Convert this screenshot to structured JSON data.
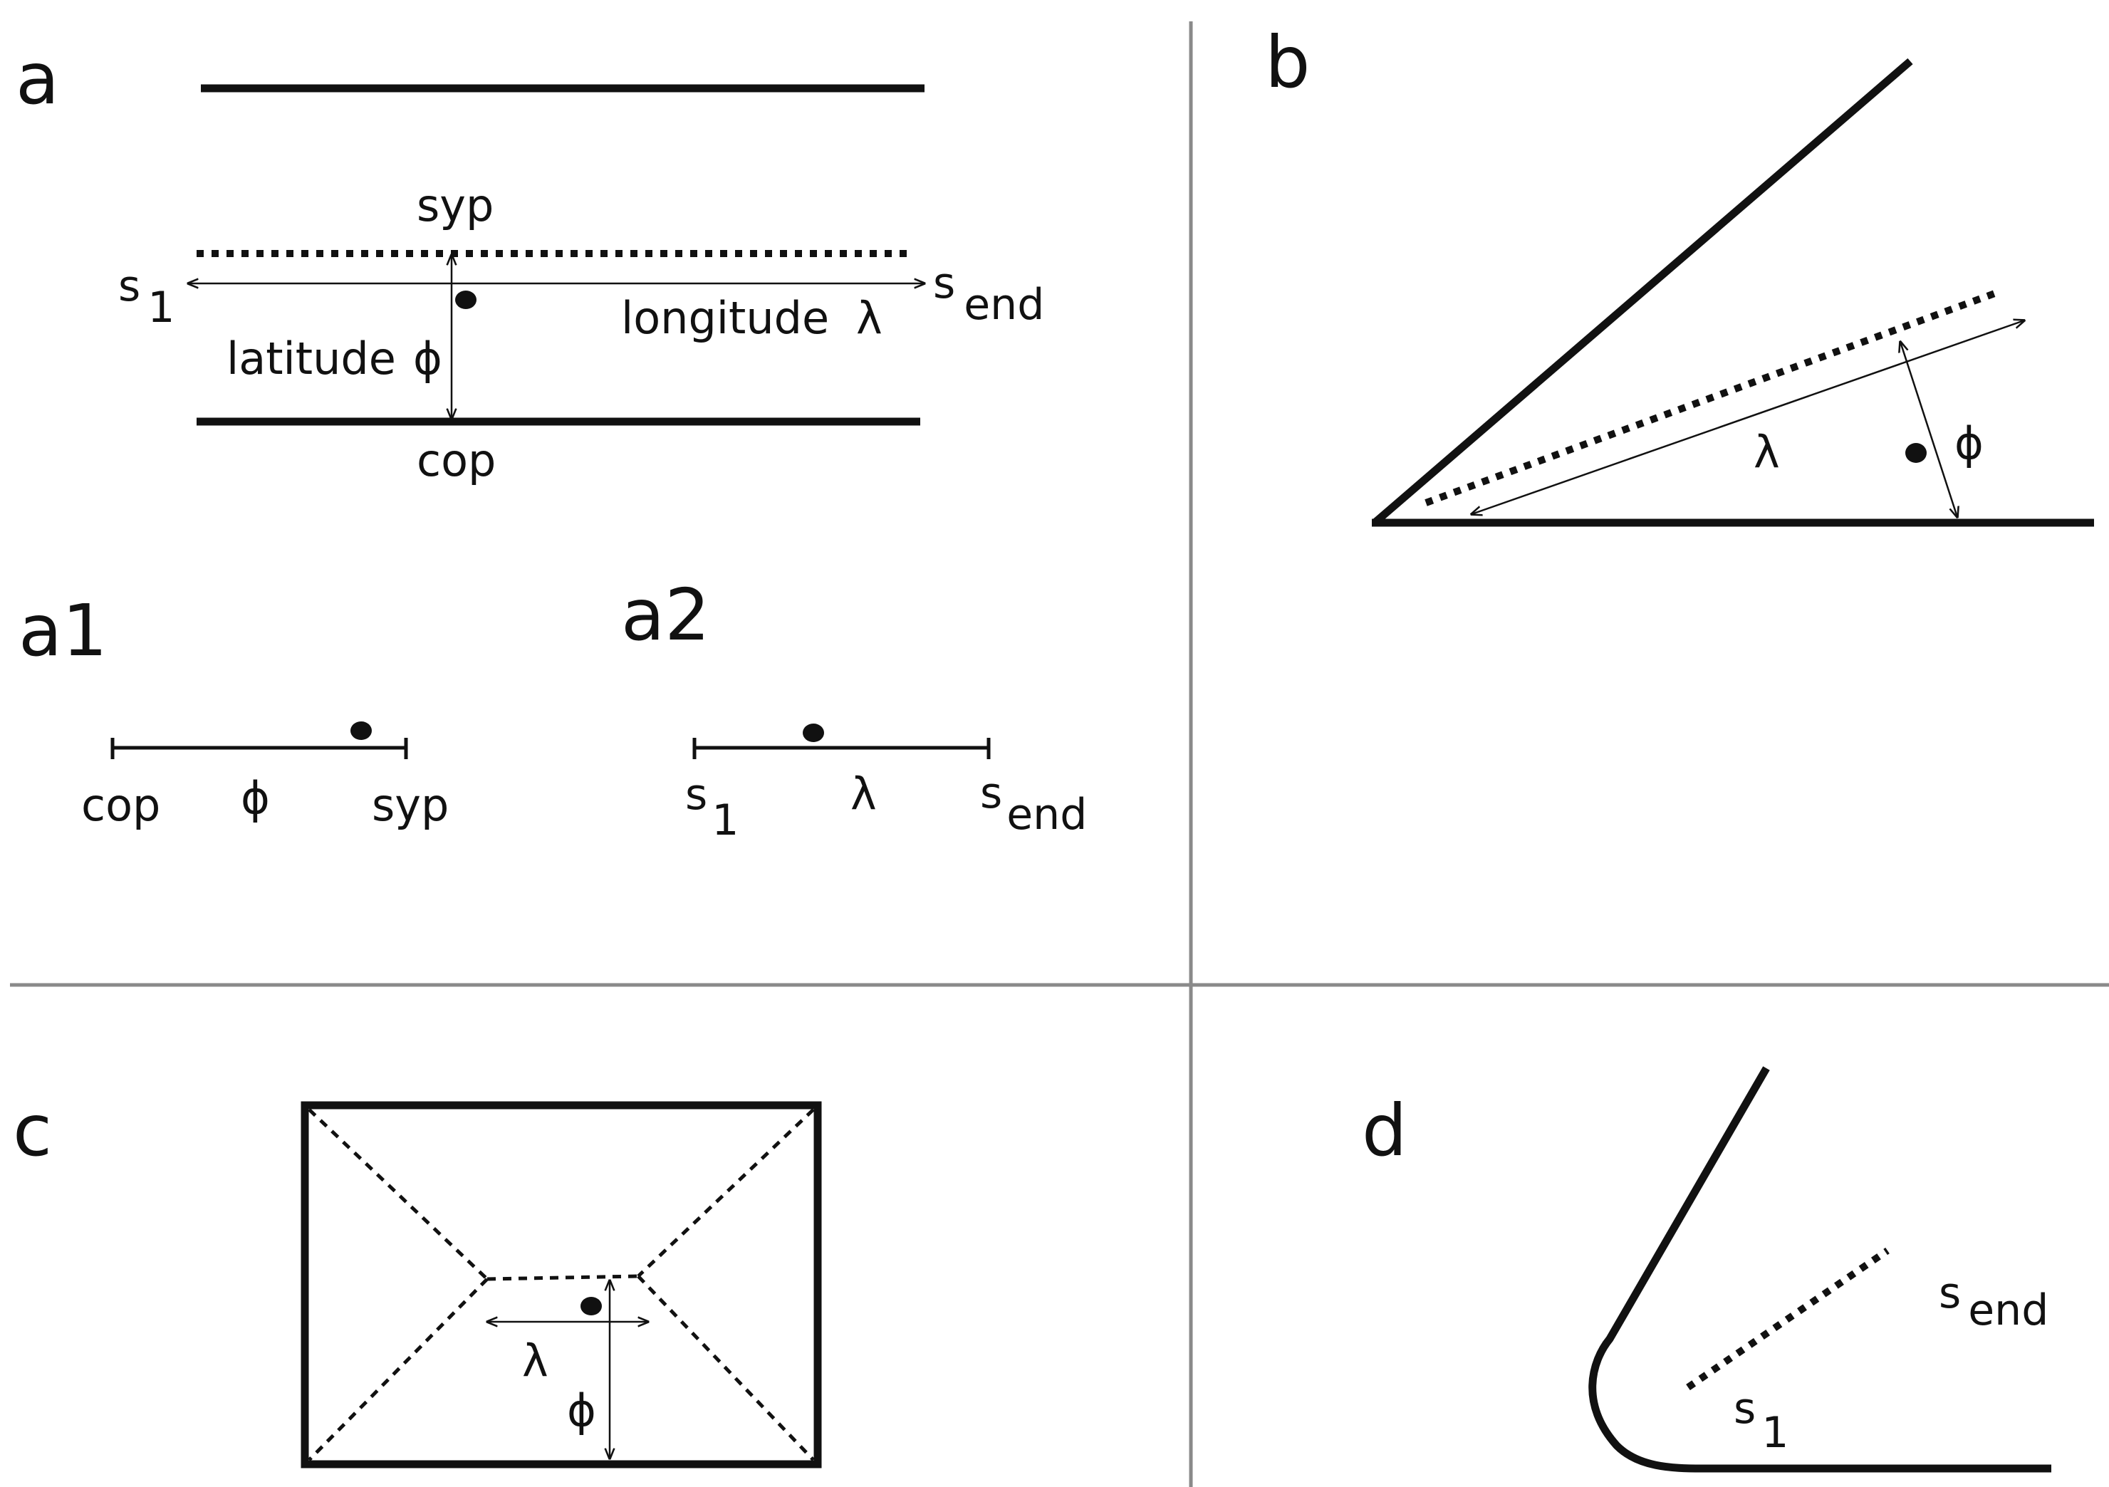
{
  "panels": {
    "a": {
      "label": "a",
      "syp": "syp",
      "cop": "cop",
      "s": "s",
      "s1_sub": "1",
      "send_sub": "end",
      "latitude": "latitude",
      "longitude": "longitude",
      "phi": "ϕ",
      "lambda": "λ"
    },
    "a1": {
      "label": "a1",
      "cop": "cop",
      "phi": "ϕ",
      "syp": "syp"
    },
    "a2": {
      "label": "a2",
      "s": "s",
      "s1_sub": "1",
      "lambda": "λ",
      "send_sub": "end"
    },
    "b": {
      "label": "b",
      "lambda": "λ",
      "phi": "ϕ"
    },
    "c": {
      "label": "c",
      "lambda": "λ",
      "phi": "ϕ"
    },
    "d": {
      "label": "d",
      "s": "s",
      "send_sub": "end",
      "s1_sub": "1"
    }
  },
  "colors": {
    "ink": "#111111",
    "divider": "#8a8a8a",
    "background": "#ffffff"
  }
}
